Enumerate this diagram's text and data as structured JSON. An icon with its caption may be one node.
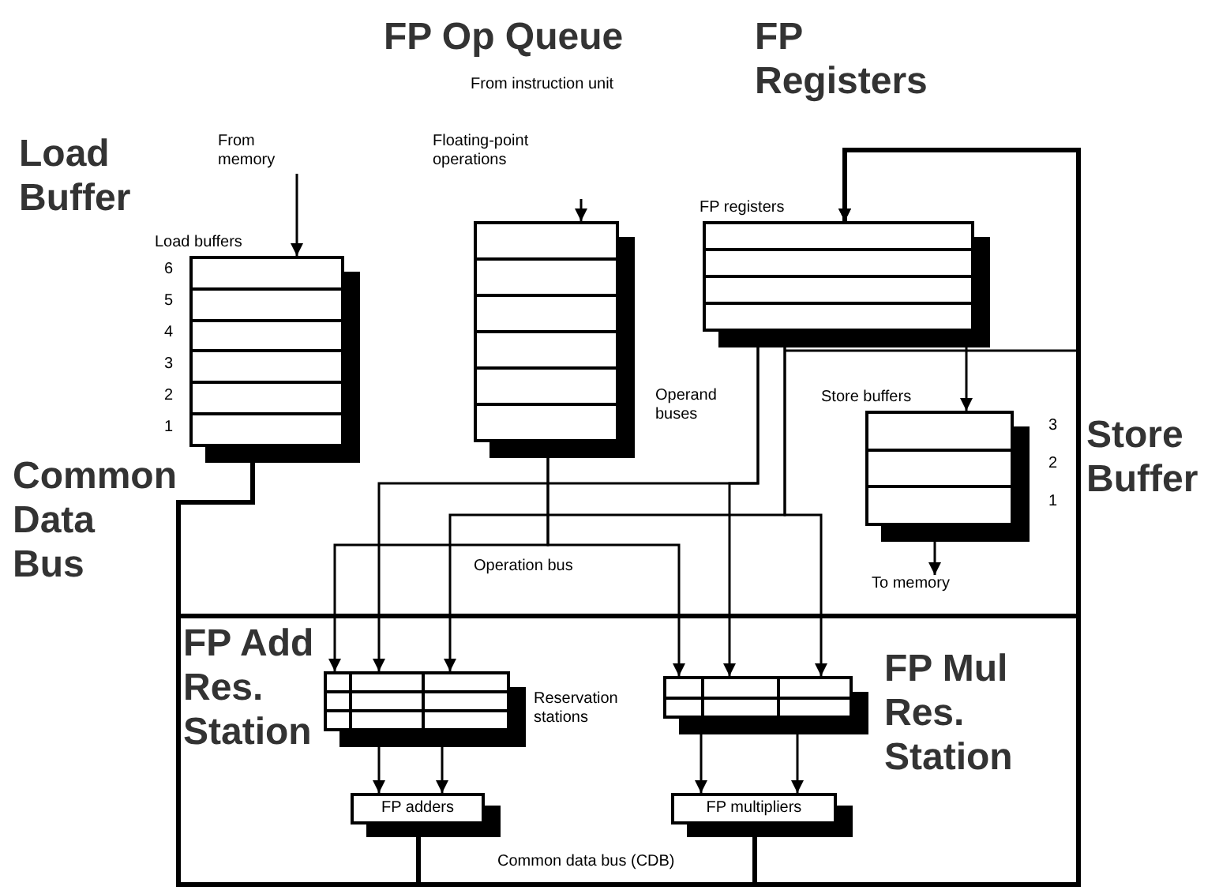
{
  "diagram": {
    "nodes": [
      {
        "text": [
          "Load buffers"
        ],
        "beside": [
          "6",
          "5",
          "4",
          "3",
          "2",
          "1"
        ]
      },
      {
        "text": [
          "Floating-point operations"
        ]
      },
      {
        "text": [
          "From memory"
        ]
      },
      {
        "text": [
          "FP registers"
        ]
      },
      {
        "text": [
          "Store buffers"
        ],
        "beside": [
          "3",
          "2",
          "1"
        ]
      },
      {
        "text": [
          "To memory"
        ]
      },
      {
        "text": [],
        "shape": "box",
        "beside": [
          "Reservation stations"
        ]
      },
      {
        "text": [],
        "shape": "box"
      },
      {
        "text": [
          "FP adders"
        ]
      },
      {
        "text": [
          "FP multipliers"
        ]
      }
    ],
    "edges": [
      {
        "from": 2,
        "to": 0,
        "arrow": "to"
      },
      {
        "from": null,
        "to": 1,
        "arrow": "to"
      },
      {
        "from": 1,
        "to": 6,
        "arrow": "to"
      },
      {
        "from": 1,
        "to": 7,
        "arrow": "to"
      },
      {
        "from": 3,
        "to": 6,
        "arrow": "to"
      },
      {
        "from": 3,
        "to": 7,
        "arrow": "to"
      },
      {
        "from": 3,
        "to": 6,
        "arrow": "to"
      },
      {
        "from": 3,
        "to": 7,
        "arrow": "to"
      },
      {
        "from": 3,
        "to": 4,
        "arrow": "to"
      },
      {
        "from": 4,
        "to": 5,
        "arrow": "to"
      },
      {
        "from": 6,
        "to": 8,
        "arrow": "to"
      },
      {
        "from": 6,
        "to": 8,
        "arrow": "to"
      },
      {
        "from": 7,
        "to": 9,
        "arrow": "to"
      },
      {
        "from": 7,
        "to": 9,
        "arrow": "to"
      },
      {
        "from": 8,
        "to": 3,
        "arrow": "to",
        "style": "thick"
      },
      {
        "from": 9,
        "to": 3,
        "arrow": "to",
        "style": "thick"
      },
      {
        "from": 0,
        "to": 3,
        "arrow": "to",
        "style": "thick"
      }
    ],
    "labels": [
      "FP Op Queue",
      "FP Registers",
      "From instruction unit",
      "Load Buffer",
      "Operand buses",
      "Store Buffer",
      "Common Data Bus",
      "Operation bus",
      "FP Add Res. Station",
      "FP Mul Res. Station",
      "Common data bus (CDB)"
    ]
  }
}
